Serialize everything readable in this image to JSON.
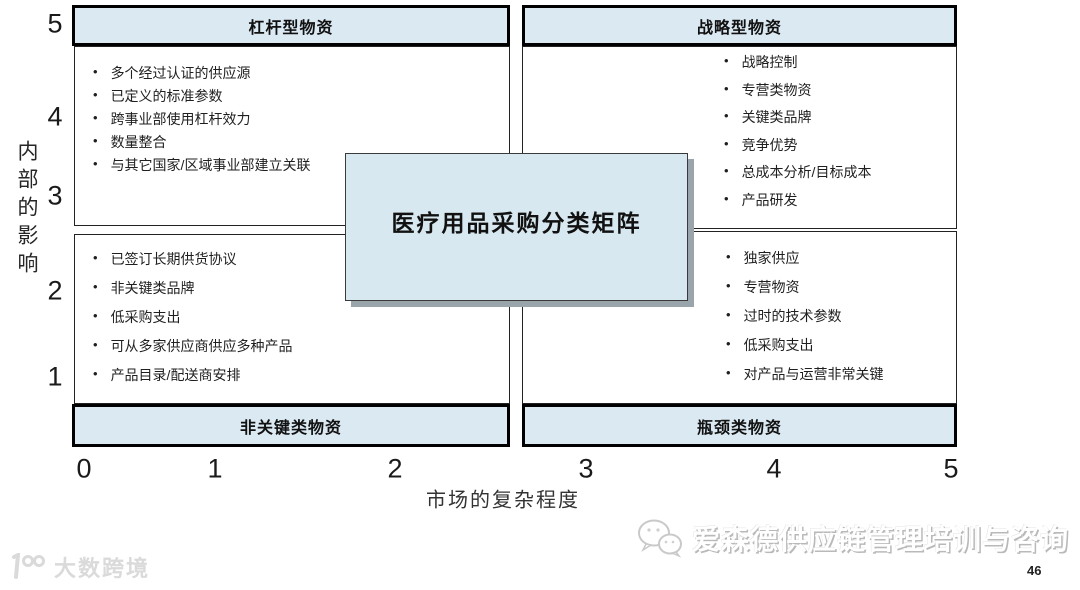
{
  "matrix": {
    "title": "医疗用品采购分类矩阵",
    "x_axis": {
      "label": "市场的复杂程度",
      "ticks": [
        "0",
        "1",
        "2",
        "3",
        "4",
        "5"
      ]
    },
    "y_axis": {
      "label": "内部的影响",
      "ticks": [
        "5",
        "4",
        "3",
        "2",
        "1"
      ]
    },
    "quadrants": {
      "leverage": {
        "title": "杠杆型物资",
        "bullets": [
          "多个经过认证的供应源",
          "已定义的标准参数",
          "跨事业部使用杠杆效力",
          "数量整合",
          "与其它国家/区域事业部建立关联"
        ]
      },
      "strategic": {
        "title": "战略型物资",
        "bullets": [
          "战略控制",
          "专营类物资",
          "关键类品牌",
          "竞争优势",
          "总成本分析/目标成本",
          "产品研发"
        ]
      },
      "noncritical": {
        "title": "非关键类物资",
        "bullets": [
          "已签订长期供货协议",
          "非关键类品牌",
          "低采购支出",
          "可从多家供应商供应多种产品",
          "产品目录/配送商安排"
        ]
      },
      "bottleneck": {
        "title": "瓶颈类物资",
        "bullets": [
          "独家供应",
          "专营物资",
          "过时的技术参数",
          "低采购支出",
          "对产品与运营非常关键"
        ]
      }
    },
    "bullet_glyph": "•"
  },
  "watermarks": {
    "brand_text": "爱森德供应链管理培训与咨询",
    "platform_text": "大数跨境"
  },
  "page_number": "46",
  "colors": {
    "quadrant_header_fill": "#dbe9f2",
    "center_box_fill": "#d8e8f0",
    "box_border": "#000000",
    "center_shadow": "#9aa4ab",
    "watermark_gray": "#dadada",
    "text": "#1f1f1f"
  }
}
